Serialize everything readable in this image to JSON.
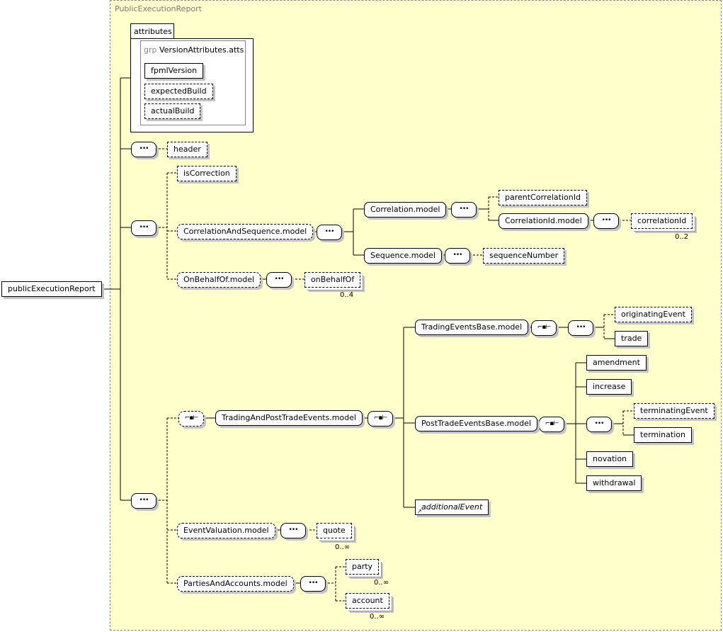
{
  "frame_title": "PublicExecutionReport",
  "root": "publicExecutionReport",
  "attributes": {
    "tab": "attributes",
    "group_kw": "grp",
    "group_name": "VersionAttributes.atts",
    "items": [
      "fpmlVersion",
      "expectedBuild",
      "actualBuild"
    ]
  },
  "seq_glyph": "•••",
  "choice_glyph": "⌐▪⊢",
  "nodes": {
    "header": "header",
    "isCorrection": "isCorrection",
    "corrSeq": "CorrelationAndSequence.model",
    "onBehalfOfModel": "OnBehalfOf.model",
    "correlation": "Correlation.model",
    "parentCorrelationId": "parentCorrelationId",
    "correlationIdModel": "CorrelationId.model",
    "correlationId": "correlationId",
    "sequenceModel": "Sequence.model",
    "sequenceNumber": "sequenceNumber",
    "onBehalfOf": "onBehalfOf",
    "tradingPost": "TradingAndPostTradeEvents.model",
    "tradingBase": "TradingEventsBase.model",
    "originatingEvent": "originatingEvent",
    "trade": "trade",
    "postTradeBase": "PostTradeEventsBase.model",
    "amendment": "amendment",
    "increase": "increase",
    "terminatingEvent": "terminatingEvent",
    "termination": "termination",
    "novation": "novation",
    "withdrawal": "withdrawal",
    "additionalEvent": "additionalEvent",
    "eventValuation": "EventValuation.model",
    "quote": "quote",
    "partiesAccounts": "PartiesAndAccounts.model",
    "party": "party",
    "account": "account"
  },
  "occurrences": {
    "correlationId": "0..2",
    "onBehalfOf": "0..4",
    "quote": "0..∞",
    "party": "0..∞",
    "account": "0..∞"
  }
}
